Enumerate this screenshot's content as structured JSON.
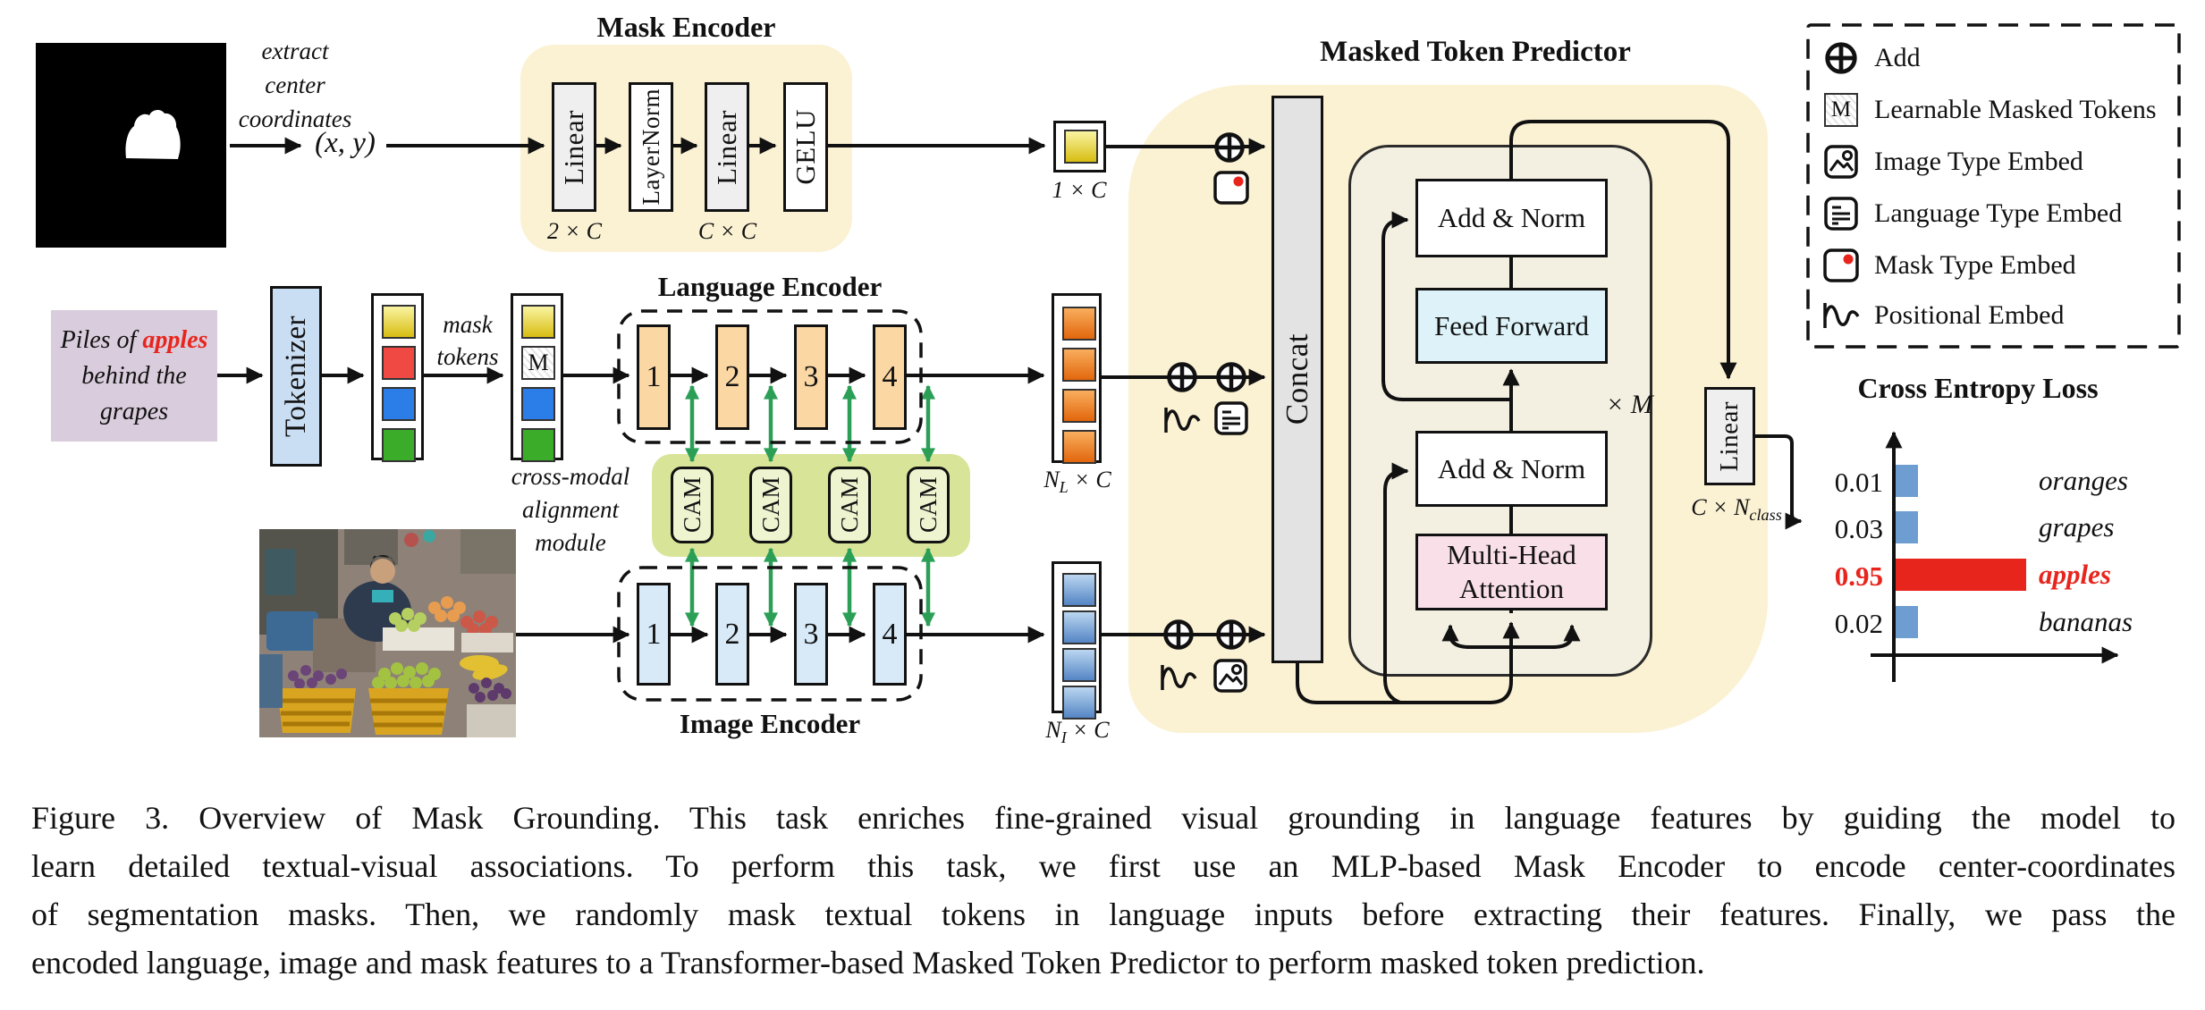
{
  "palette": {
    "panel_yellow": "#FBF1D3",
    "transformer_inner": "#F3F0E2",
    "feed_forward_fill": "#DDF3F9",
    "attention_fill": "#F9DFE8",
    "gray_fill": "#EFEFEF",
    "concat_fill": "#E3E3E3",
    "language_block_fill": "#FAD7A3",
    "image_block_fill": "#D8EAF8",
    "tokenizer_fill": "#C9DDF3",
    "prompt_fill": "#D9CCDC",
    "cam_container_fill": "#D8E498",
    "cam_box_fill": "#EEF3D0",
    "green_arrow": "#2C9F57",
    "token_yellow": "#E9D44A",
    "token_red": "#F04843",
    "token_blue": "#2B7DE8",
    "token_green": "#3BAC29",
    "token_orange": "#F08A2E",
    "token_light_blue": "#7FA8D8",
    "highlight_red": "#E8251D",
    "bar_blue": "#6D9DD1"
  },
  "mask_branch": {
    "note_lines": [
      "extract",
      "center",
      "coordinates"
    ],
    "coords": "(x, y)"
  },
  "mask_encoder": {
    "title": "Mask Encoder",
    "layers": [
      "Linear",
      "LayerNorm",
      "Linear",
      "GELU"
    ],
    "dim_in": "2 × C",
    "dim_mid": "C × C",
    "output_dim": "1 × C"
  },
  "language": {
    "prompt": {
      "pre": "Piles of ",
      "highlight": "apples",
      "line2": "behind the",
      "line3": "grapes"
    },
    "tokenizer_label": "Tokenizer",
    "mask_tokens_lines": [
      "mask",
      "tokens"
    ],
    "encoder_title": "Language Encoder",
    "output_dim": {
      "pre": "N",
      "sub": "L",
      "post": " × C"
    }
  },
  "encoders": {
    "block_numbers": [
      "1",
      "2",
      "3",
      "4"
    ]
  },
  "cam": {
    "label": "CAM",
    "module_label_lines": [
      "cross-modal",
      "alignment",
      "module"
    ]
  },
  "image": {
    "encoder_title": "Image Encoder",
    "output_dim": {
      "pre": "N",
      "sub": "I",
      "post": " × C"
    }
  },
  "tokens": {
    "masked_token_letter": "M"
  },
  "predictor": {
    "title": "Masked Token Predictor",
    "concat_label": "Concat",
    "add_norm_label": "Add & Norm",
    "feed_forward_label": "Feed Forward",
    "mha_lines": [
      "Multi-Head",
      "Attention"
    ],
    "repeat_label": "× M",
    "linear_label": "Linear",
    "linear_dim": {
      "pre": "C × N",
      "sub": "class"
    }
  },
  "legend": {
    "items": [
      {
        "icon": "add-icon",
        "label": "Add"
      },
      {
        "icon": "masked-token-icon",
        "label": "Learnable Masked Tokens",
        "icon_letter": "M"
      },
      {
        "icon": "image-type-embed-icon",
        "label": "Image Type Embed"
      },
      {
        "icon": "language-type-embed-icon",
        "label": "Language Type Embed"
      },
      {
        "icon": "mask-type-embed-icon",
        "label": "Mask Type Embed"
      },
      {
        "icon": "positional-embed-icon",
        "label": "Positional Embed"
      }
    ]
  },
  "chart_data": {
    "type": "bar",
    "orientation": "horizontal",
    "title": "Cross Entropy Loss",
    "categories": [
      "oranges",
      "grapes",
      "apples",
      "bananas"
    ],
    "values": [
      "0.01",
      "0.03",
      "0.95",
      "0.02"
    ],
    "values_numeric": [
      0.01,
      0.03,
      0.95,
      0.02
    ],
    "highlight_index": 2,
    "bar_color": "#6D9DD1",
    "highlight_color": "#E8251D",
    "xlim": [
      0,
      1
    ],
    "value_label_side": "left",
    "category_label_side": "right",
    "grid": false,
    "legend_position": "none"
  },
  "caption": {
    "lines": [
      "Figure 3.  Overview of Mask Grounding.  This task enriches fine-grained visual grounding in language features by guiding the model to",
      "learn detailed textual-visual associations.  To perform this task, we first use an MLP-based Mask Encoder to encode center-coordinates",
      "of segmentation masks.  Then, we randomly mask textual tokens in language inputs before extracting their features.  Finally, we pass the",
      "encoded language, image and mask features to a Transformer-based Masked Token Predictor to perform masked token prediction."
    ]
  }
}
